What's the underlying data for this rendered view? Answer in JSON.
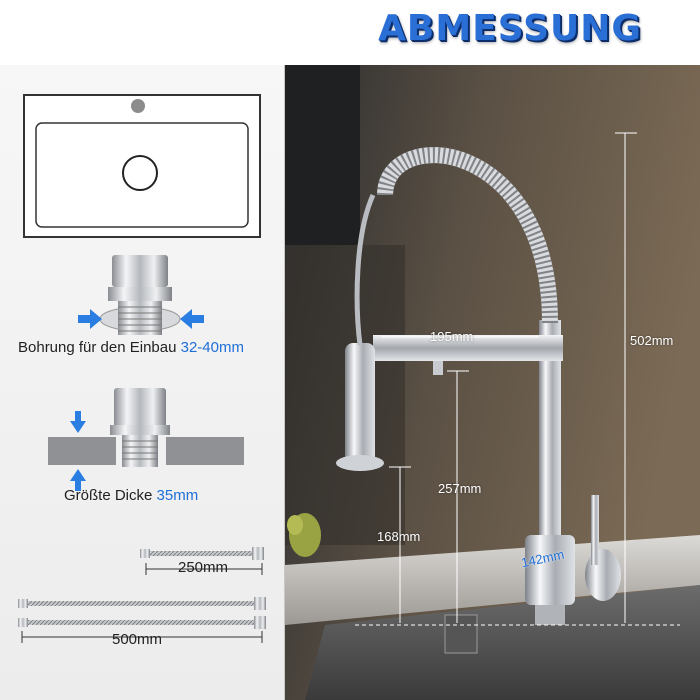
{
  "title": "ABMESSUNG",
  "left": {
    "bore_caption": "Bohrung für den Einbau",
    "bore_value": "32-40mm",
    "thickness_caption": "Größte Dicke",
    "thickness_value": "35mm",
    "hose_short": "250mm",
    "hose_long": "500mm"
  },
  "dimensions": {
    "arm_length": "195mm",
    "total_height": "502mm",
    "spout_height": "257mm",
    "sprayer_height": "168mm",
    "base_diameter": "142mm"
  },
  "colors": {
    "accent_blue": "#1f6fd8",
    "arrow_blue": "#2a7de1"
  }
}
